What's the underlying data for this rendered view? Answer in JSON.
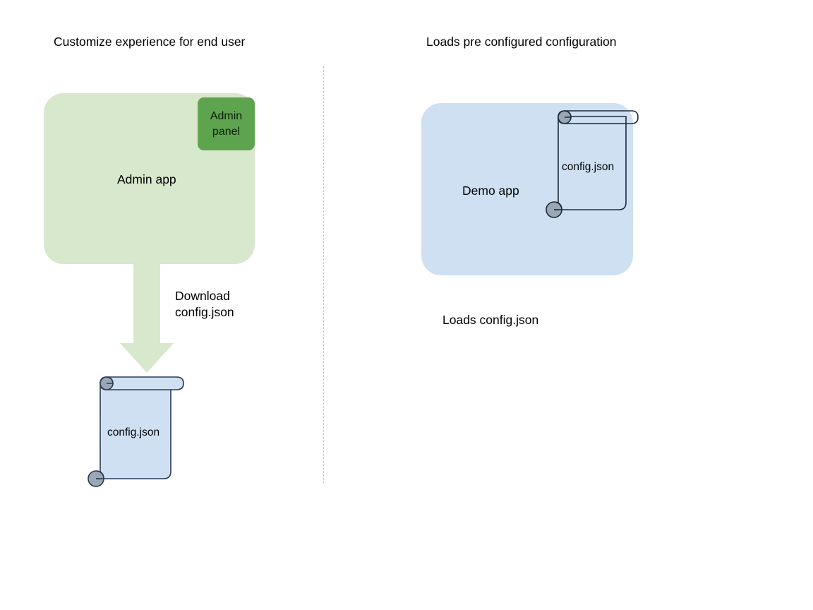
{
  "diagram": {
    "background_color": "#ffffff",
    "columns": [
      {
        "title": "Customize experience for end user",
        "app": {
          "label": "Admin app",
          "fill": "#d7e8cd",
          "sub_panel": {
            "line1": "Admin",
            "line2": "panel",
            "fill": "#5ea44e"
          }
        },
        "arrow": {
          "label_line1": "Download",
          "label_line2": "config.json",
          "fill": "#d7e8cd"
        },
        "document": {
          "label": "config.json",
          "fill": "#cfe0f3",
          "stroke": "#2b3a55",
          "roll_fill": "#9aa7b5"
        }
      },
      {
        "title": "Loads pre configured configuration",
        "app": {
          "label": "Demo app",
          "fill": "#cfe0f3"
        },
        "document": {
          "label": "config.json",
          "fill": "none",
          "stroke": "#1d2a3a",
          "roll_fill": "#9aa7b5"
        },
        "caption": "Loads config.json"
      }
    ],
    "divider": {
      "style": "dotted",
      "color": "#b9b9bd"
    }
  }
}
